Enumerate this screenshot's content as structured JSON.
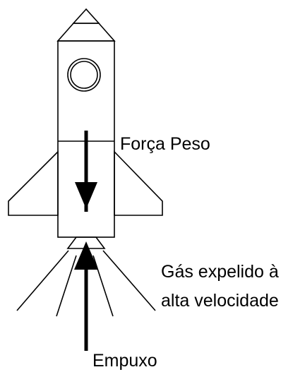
{
  "labels": {
    "weight_force": "Força Peso",
    "gas_line1": "Gás expelido à",
    "gas_line2": "alta velocidade",
    "thrust": "Empuxo"
  },
  "colors": {
    "line": "#000000",
    "background": "#ffffff"
  }
}
